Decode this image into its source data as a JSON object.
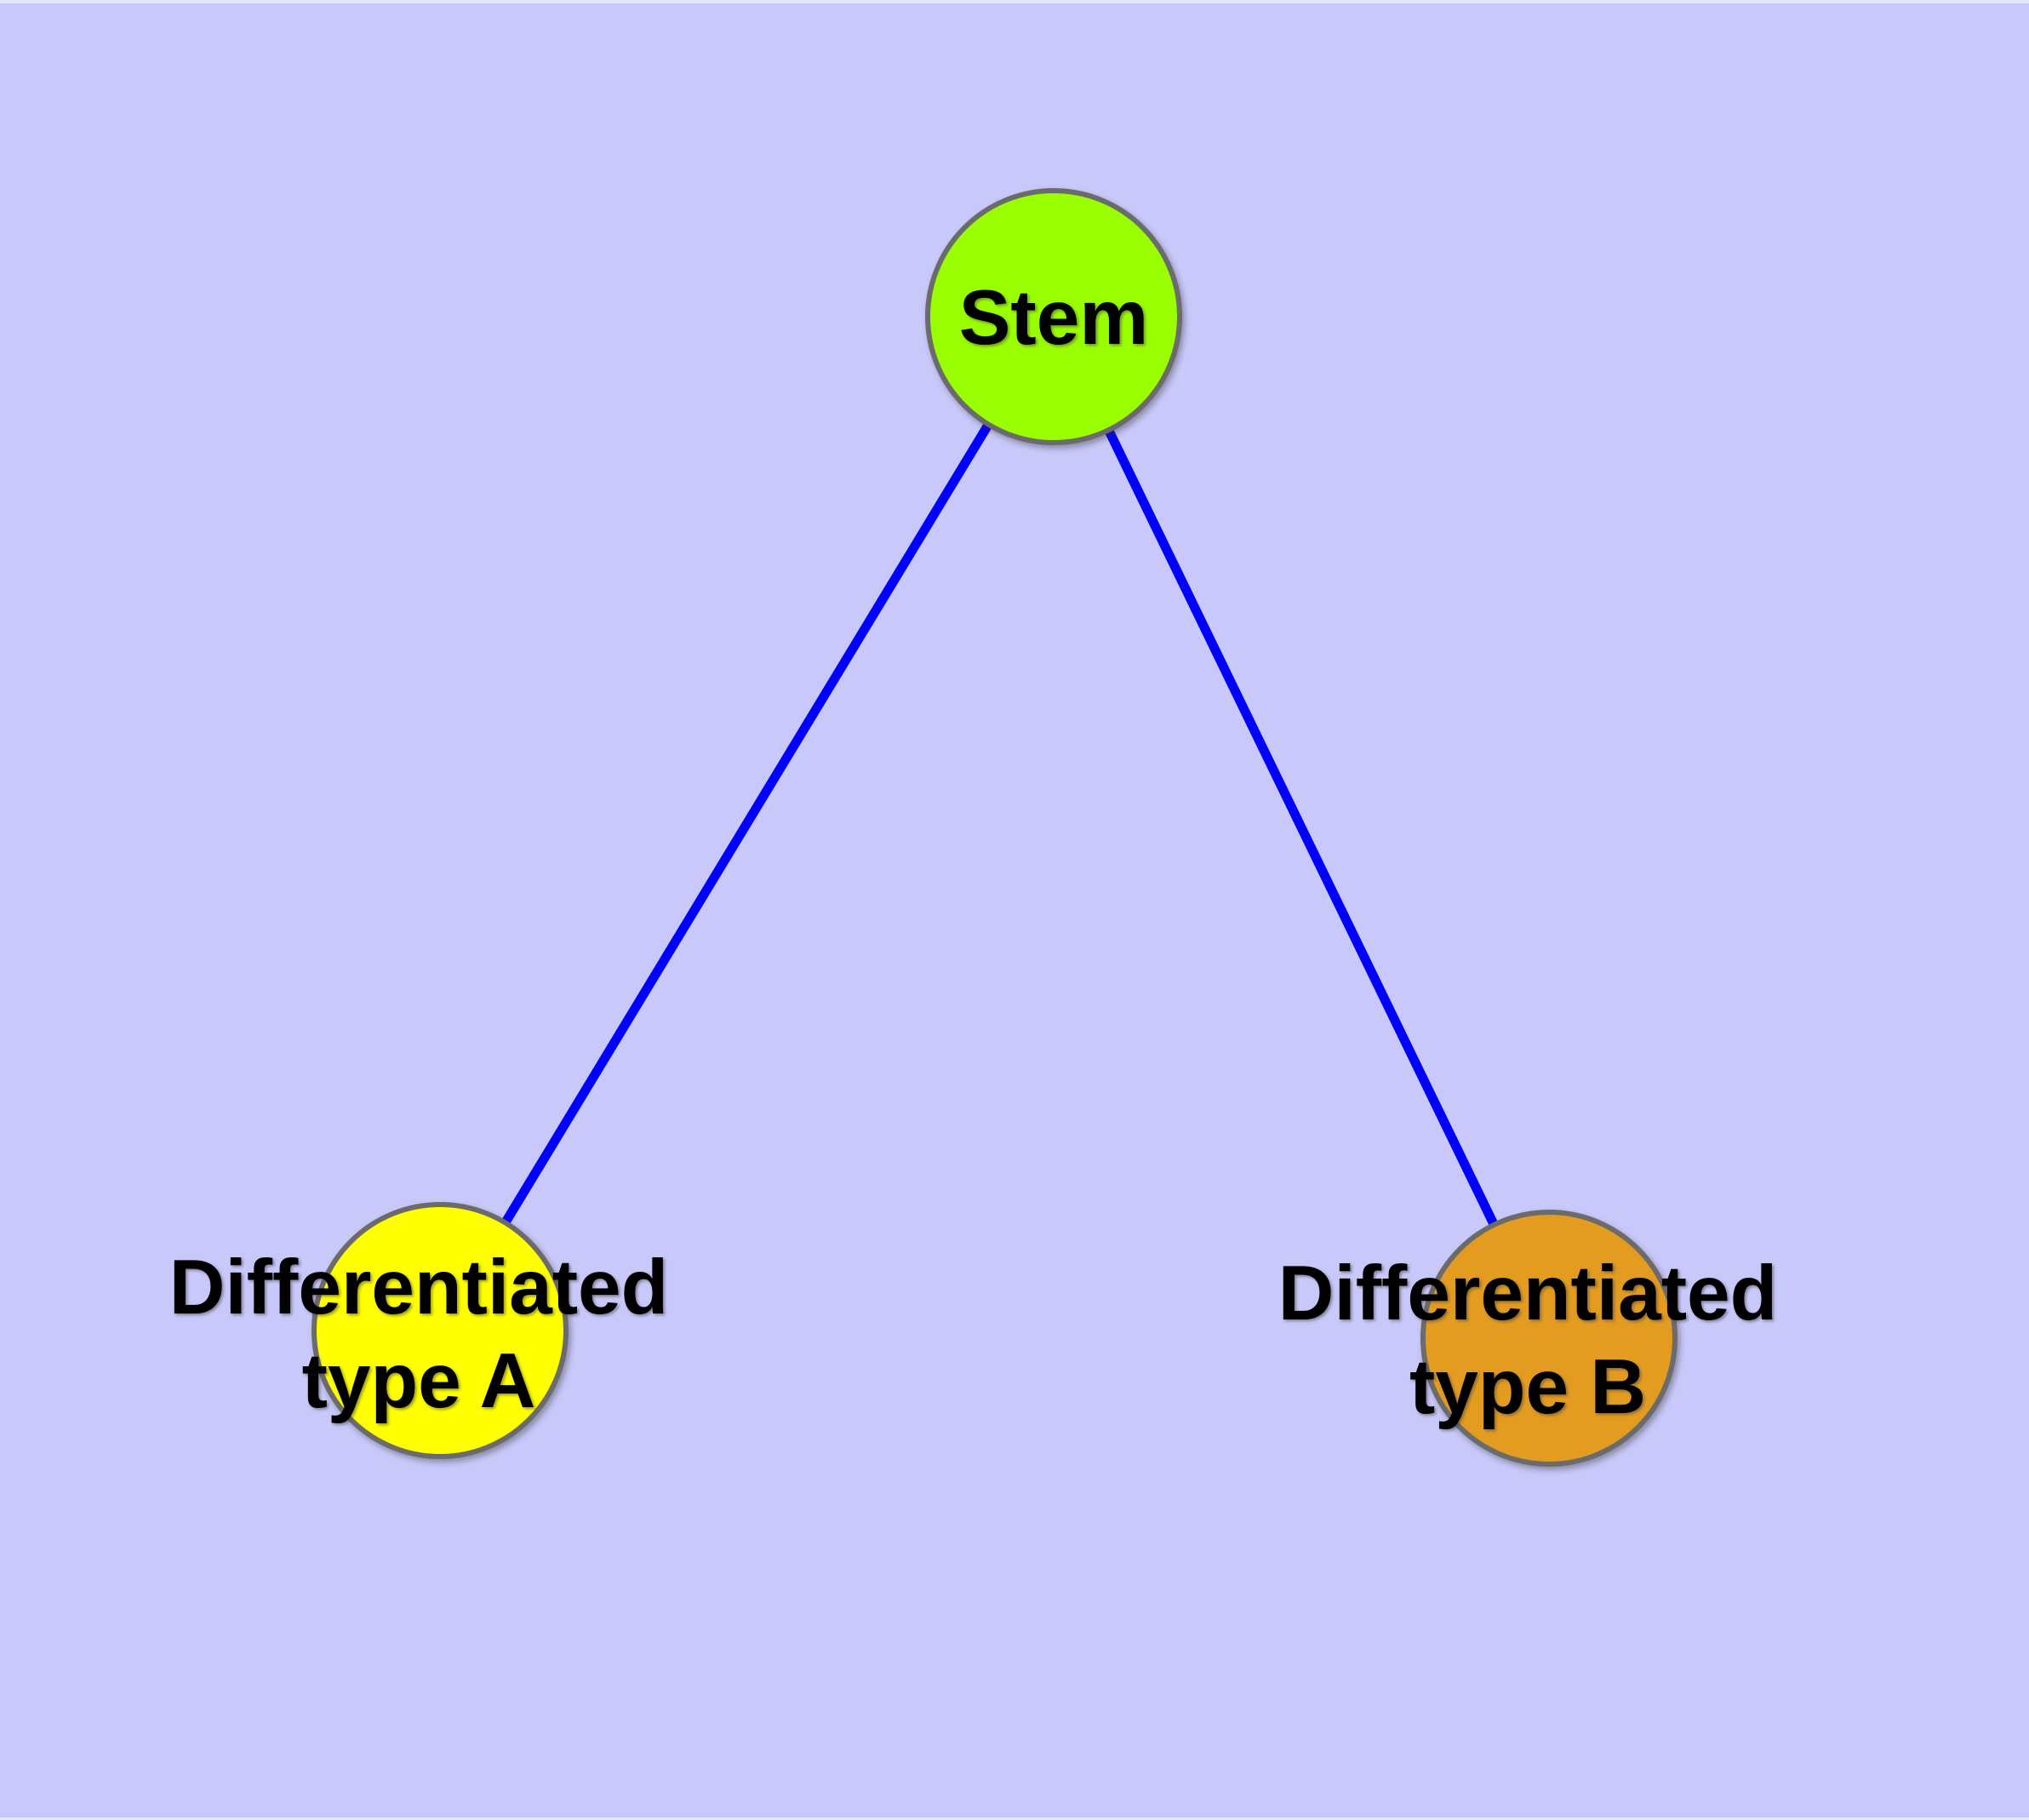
{
  "diagram": {
    "type": "graph",
    "colors": {
      "background": "#c8c8fa",
      "node_border": "#6b6b6b",
      "edge": "#0000ff",
      "label_text": "#000000"
    },
    "nodes": {
      "stem": {
        "label": "Stem",
        "fill": "#99ff00"
      },
      "typeA": {
        "label_line1": "Differentiated",
        "label_line2": "type A",
        "fill": "#ffff00"
      },
      "typeB": {
        "label_line1": "Differentiated",
        "label_line2": "type B",
        "fill": "#e49c20"
      }
    },
    "edges": [
      {
        "from": "Stem",
        "to": "Differentiated type A"
      },
      {
        "from": "Stem",
        "to": "Differentiated type B"
      }
    ]
  }
}
